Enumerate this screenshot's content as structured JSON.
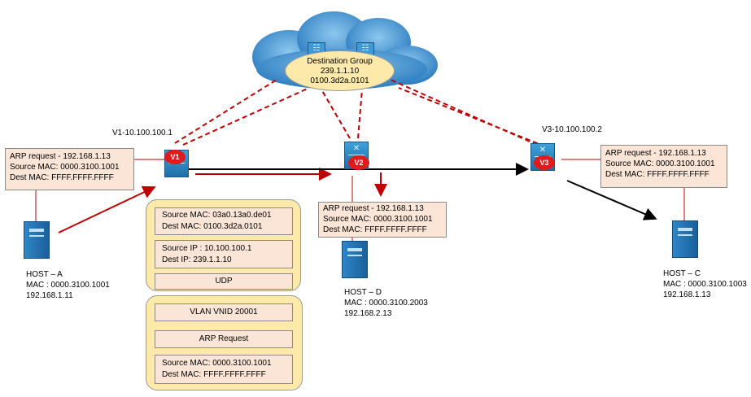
{
  "destination_group": {
    "title": "Destination Group",
    "ip": "239.1.1.10",
    "mac": "0100.3d2a.0101"
  },
  "vteps": [
    {
      "badge": "V1",
      "label": "V1-10.100.100.1"
    },
    {
      "badge": "V2",
      "label": ""
    },
    {
      "badge": "V3",
      "label": "V3-10.100.100.2"
    }
  ],
  "arp_boxes": {
    "v1": {
      "line1": "ARP request - 192.168.1.13",
      "line2": "Source MAC: 0000.3100.1001",
      "line3": "Dest MAC: FFFF.FFFF.FFFF"
    },
    "v2": {
      "line1": "ARP request - 192.168.1.13",
      "line2": "Source MAC: 0000.3100.1001",
      "line3": "Dest MAC: FFFF.FFFF.FFFF"
    },
    "v3": {
      "line1": "ARP request - 192.168.1.13",
      "line2": "Source MAC: 0000.3100.1001",
      "line3": "Dest MAC: FFFF.FFFF.FFFF"
    }
  },
  "outer_header": {
    "outer_mac": {
      "source": "Source MAC: 03a0.13a0.de01",
      "dest": "Dest MAC: 0100.3d2a.0101"
    },
    "outer_ip": {
      "source": "Source IP : 10.100.100.1",
      "dest": "Dest IP: 239.1.1.10"
    },
    "udp": "UDP"
  },
  "inner_frame": {
    "vxlan": "VLAN VNID 20001",
    "arp": "ARP Request",
    "inner_mac": {
      "source": "Source MAC: 0000.3100.1001",
      "dest": "Dest MAC: FFFF.FFFF.FFFF"
    }
  },
  "hosts": {
    "a": {
      "name": "HOST – A",
      "mac": "MAC : 0000.3100.1001",
      "ip": "192.168.1.11"
    },
    "d": {
      "name": "HOST – D",
      "mac": "MAC : 0000.3100.2003",
      "ip": "192.168.2.13"
    },
    "c": {
      "name": "HOST – C",
      "mac": "MAC : 0000.3100.1003",
      "ip": "192.168.1.13"
    }
  },
  "colors": {
    "multicast_link": "#c00000",
    "unicast_link": "#000000",
    "cloud": "#3a8ed0",
    "badge": "#e11b1b"
  }
}
